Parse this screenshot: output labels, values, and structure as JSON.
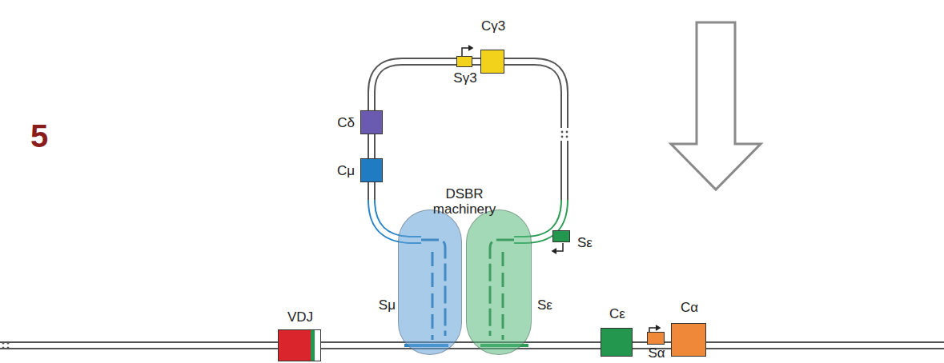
{
  "diagram": {
    "nodes": [
      {
        "text": [
          "Cγ3"
        ]
      },
      {
        "text": [
          "Sγ3"
        ]
      },
      {
        "text": [
          "Cδ"
        ]
      },
      {
        "text": [
          "Cμ"
        ]
      },
      {
        "text": [
          "Sμ"
        ]
      },
      {
        "text": [
          "Sε"
        ]
      },
      {
        "text": [
          "Sε"
        ]
      },
      {
        "text": [
          "VDJ"
        ]
      },
      {
        "text": [
          "Cε"
        ]
      },
      {
        "text": [
          "Sα"
        ]
      },
      {
        "text": [
          "Cα"
        ]
      }
    ],
    "labels": [
      "5",
      "DSBR machinery"
    ]
  }
}
